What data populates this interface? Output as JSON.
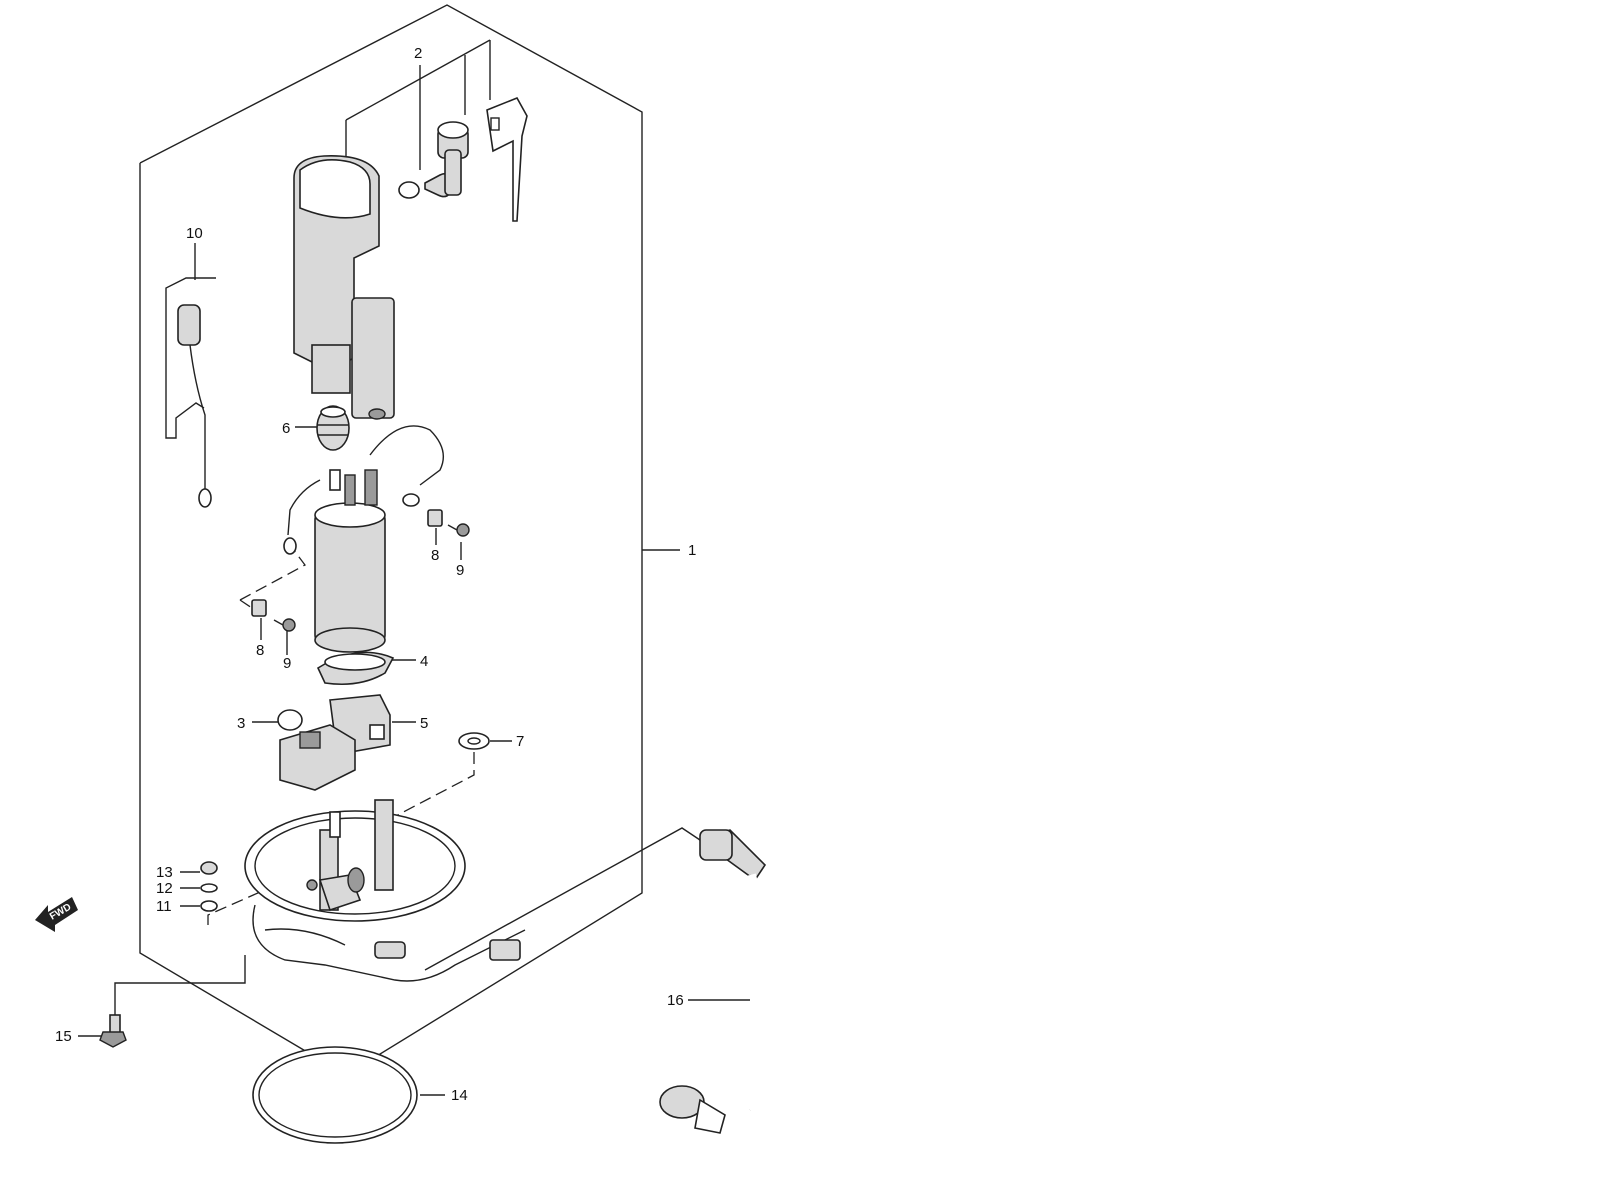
{
  "callouts": {
    "c1": "1",
    "c2": "2",
    "c3": "3",
    "c4": "4",
    "c5": "5",
    "c6": "6",
    "c7": "7",
    "c8a": "8",
    "c8b": "8",
    "c9a": "9",
    "c9b": "9",
    "c10": "10",
    "c11": "11",
    "c12": "12",
    "c13": "13",
    "c14": "14",
    "c15": "15",
    "c16": "16"
  },
  "fwd_badge": "FWD",
  "colors": {
    "line": "#222222",
    "part_fill": "#d9d9d9",
    "shade": "#9a9a9a",
    "background": "#ffffff"
  }
}
